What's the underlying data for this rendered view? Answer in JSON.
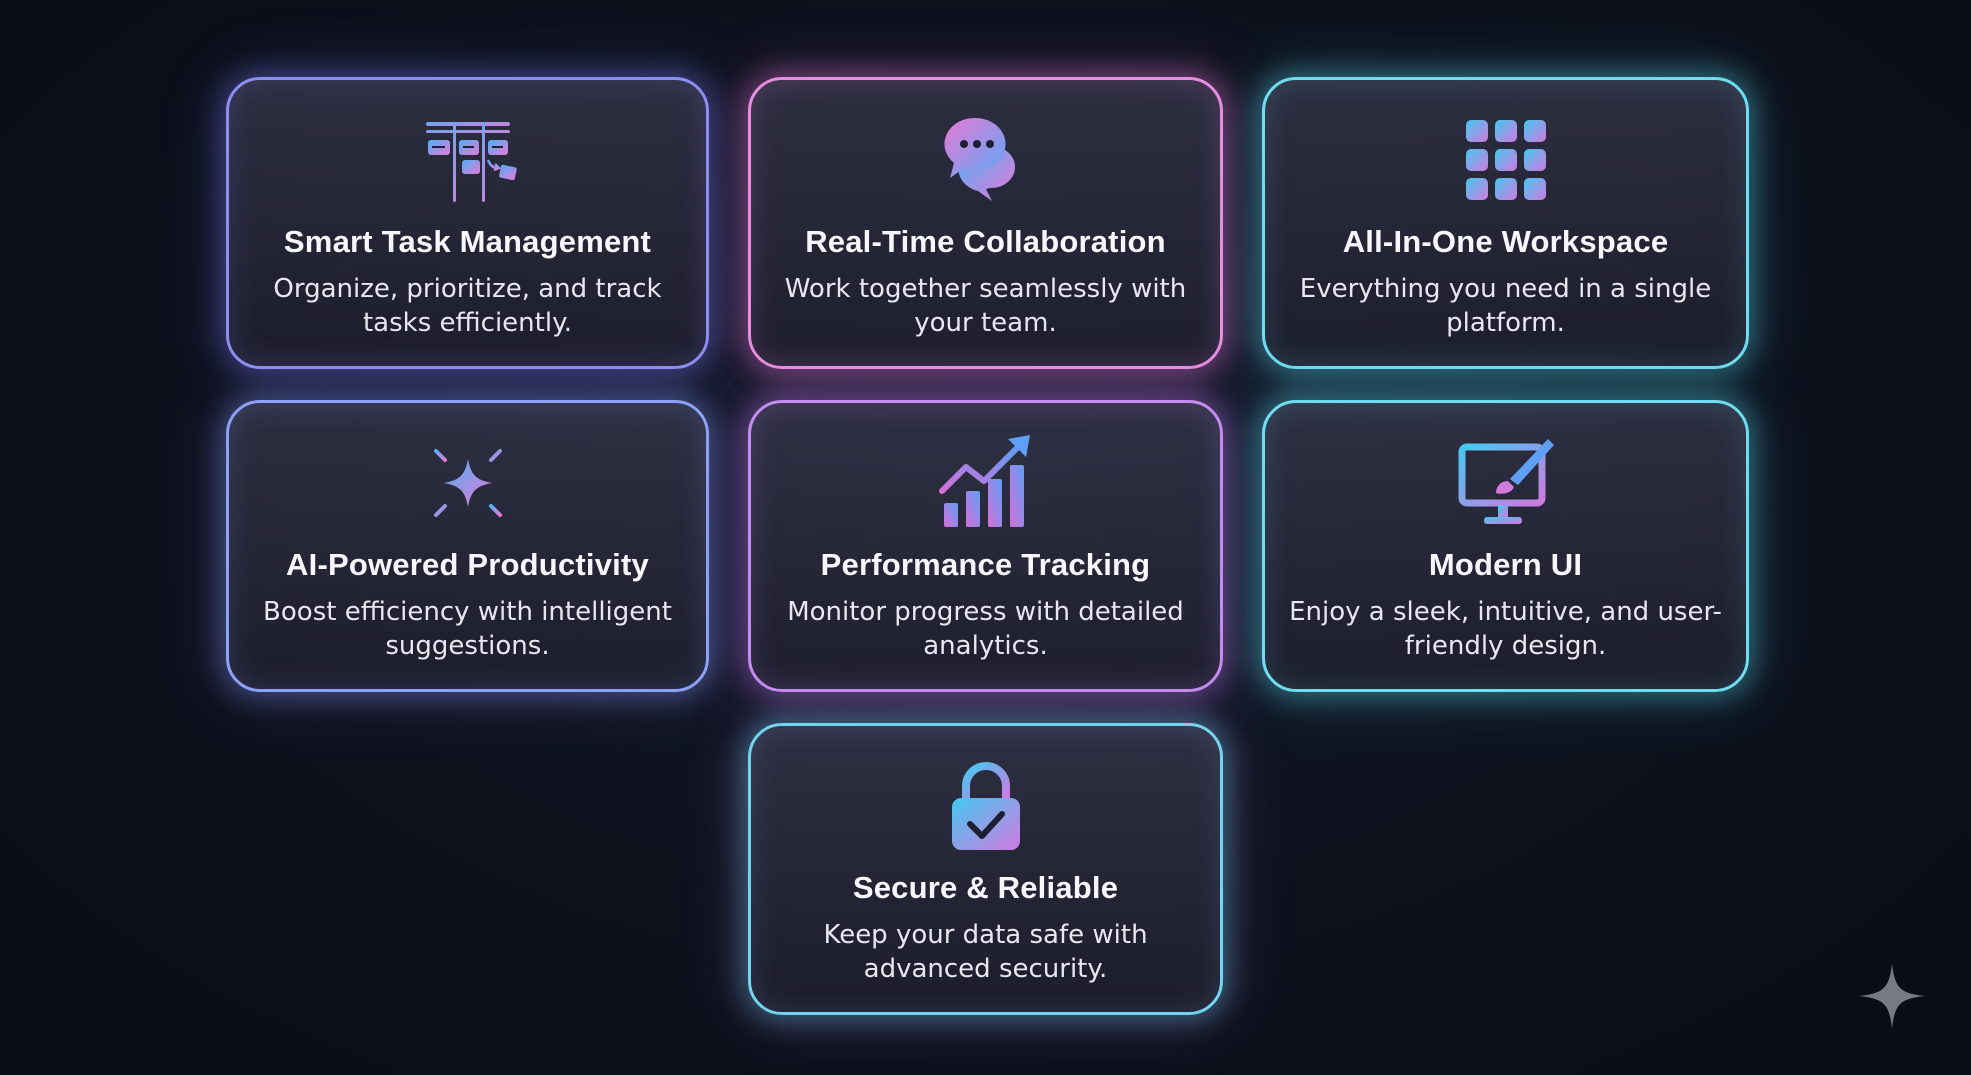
{
  "cards": [
    {
      "title": "Smart Task Management",
      "description": "Organize, prioritize, and track tasks efficiently.",
      "icon": "kanban-board-icon",
      "accent": "#8c8ff2"
    },
    {
      "title": "Real-Time Collaboration",
      "description": "Work together seamlessly with your team.",
      "icon": "chat-bubbles-icon",
      "accent": "#e88ee0"
    },
    {
      "title": "All-In-One Workspace",
      "description": "Everything you need in a single platform.",
      "icon": "app-grid-icon",
      "accent": "#6fdcef"
    },
    {
      "title": "AI-Powered Productivity",
      "description": "Boost efficiency with intelligent suggestions.",
      "icon": "sparkle-icon",
      "accent": "#8da2f6"
    },
    {
      "title": "Performance Tracking",
      "description": "Monitor progress with detailed analytics.",
      "icon": "growth-chart-icon",
      "accent": "#c68cf0"
    },
    {
      "title": "Modern UI",
      "description": "Enjoy a sleek, intuitive, and user-friendly design.",
      "icon": "monitor-paintbrush-icon",
      "accent": "#6fdcef"
    },
    {
      "title": "Secure & Reliable",
      "description": "Keep your data safe with advanced security.",
      "icon": "padlock-check-icon",
      "accent": "#74d4f0"
    }
  ],
  "watermark": {
    "icon": "four-point-star-icon"
  },
  "colors": {
    "background": "#0d111c",
    "gradient_blue": "#5b9cf6",
    "gradient_pink": "#e47ad8",
    "gradient_cyan": "#45c8f0",
    "gradient_purple": "#a07bf0"
  }
}
